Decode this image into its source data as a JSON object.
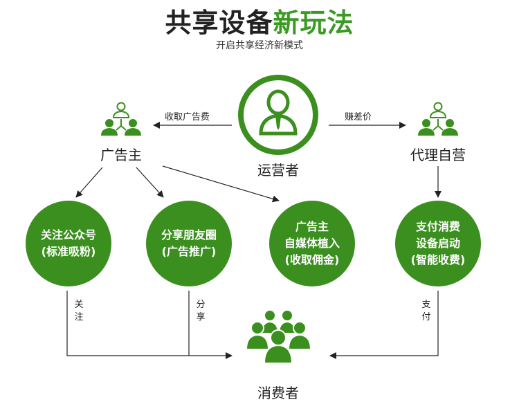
{
  "title": {
    "part1": "共享设备",
    "part2": "新玩法"
  },
  "subtitle": "开启共享经济新模式",
  "nodes": {
    "operator": "运营者",
    "advertiser": "广告主",
    "agent": "代理自营",
    "consumer": "消费者"
  },
  "edges": {
    "collect_ad_fee": "收取广告费",
    "earn_margin": "赚差价",
    "follow": "关注",
    "share": "分享",
    "pay": "支付"
  },
  "circles": [
    {
      "lines": [
        "关注公众号",
        "(标准吸粉)"
      ]
    },
    {
      "lines": [
        "分享朋友圈",
        "(广告推广)"
      ]
    },
    {
      "lines": [
        "广告主",
        "自媒体植入",
        "(收取佣金)"
      ]
    },
    {
      "lines": [
        "支付消费",
        "设备启动",
        "(智能收费)"
      ]
    }
  ],
  "colors": {
    "green": "#3a8f1e",
    "accent": "#3a9a22"
  }
}
